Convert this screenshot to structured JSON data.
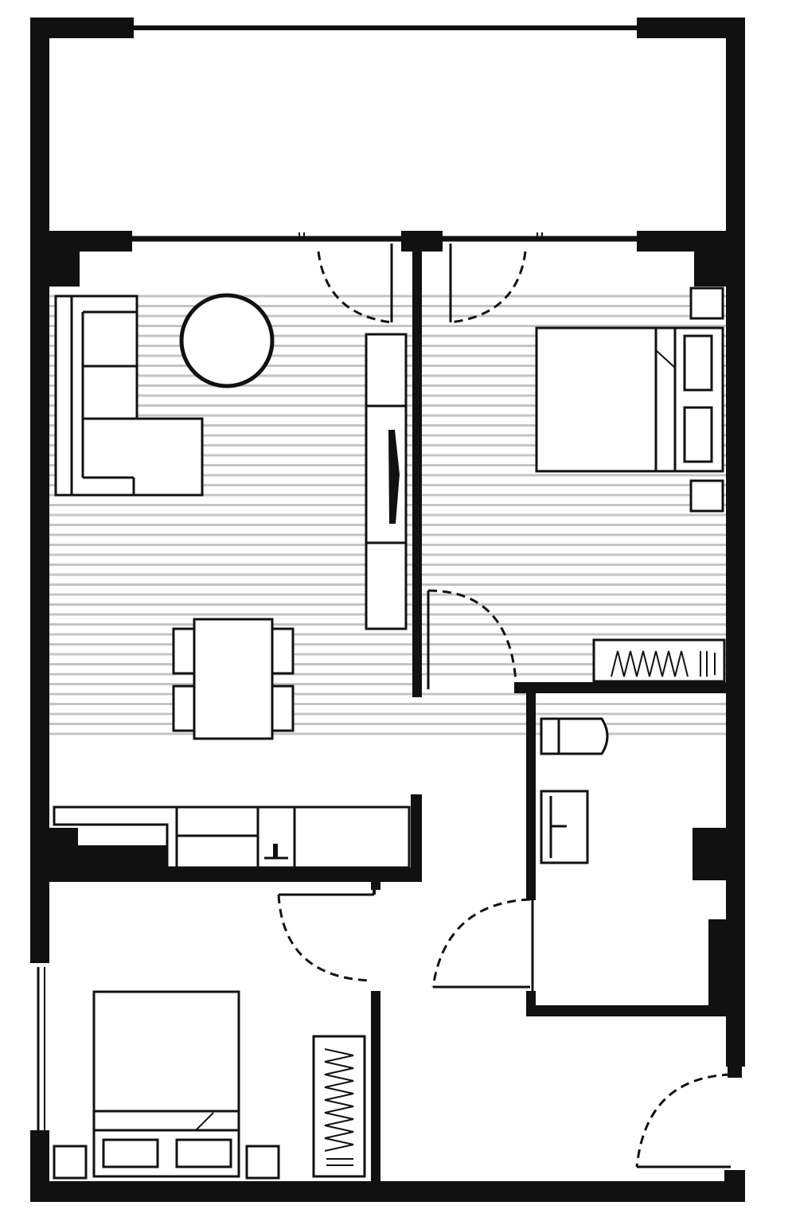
{
  "plan": {
    "background": "#ffffff",
    "wall_color": "#111111",
    "floor_stripe_color": "#c4c4c4",
    "rooms": [
      "balcony",
      "living-dining",
      "bedroom-1",
      "bathroom",
      "entry-hall",
      "kitchen",
      "bedroom-2"
    ],
    "furniture": [
      "sofa",
      "round-coffee-table",
      "tv-unit",
      "dining-table",
      "dining-chairs",
      "double-bed",
      "bedside-tables",
      "wardrobe",
      "toilet",
      "vanity-basin",
      "kitchen-counter",
      "sink"
    ],
    "doors": [
      "balcony-sliding-door-left",
      "balcony-sliding-door-right",
      "bedroom-1-door",
      "bathroom-door",
      "bedroom-2-door",
      "entry-door"
    ]
  }
}
